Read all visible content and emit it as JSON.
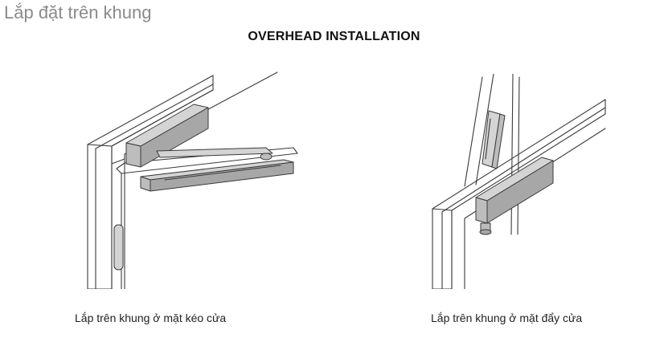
{
  "header": {
    "title": "Lắp đặt trên khung",
    "subtitle": "OVERHEAD INSTALLATION"
  },
  "figures": [
    {
      "caption": "Lắp trên khung ở mặt kéo cửa"
    },
    {
      "caption": "Lắp trên khung ở mặt đẩy cửa"
    }
  ],
  "colors": {
    "heading_text": "#8a8a8a",
    "line": "#3a3a3a",
    "closer_light": "#d4d4d4",
    "closer_mid": "#bdbdbd",
    "closer_dark": "#a7a7a7"
  }
}
